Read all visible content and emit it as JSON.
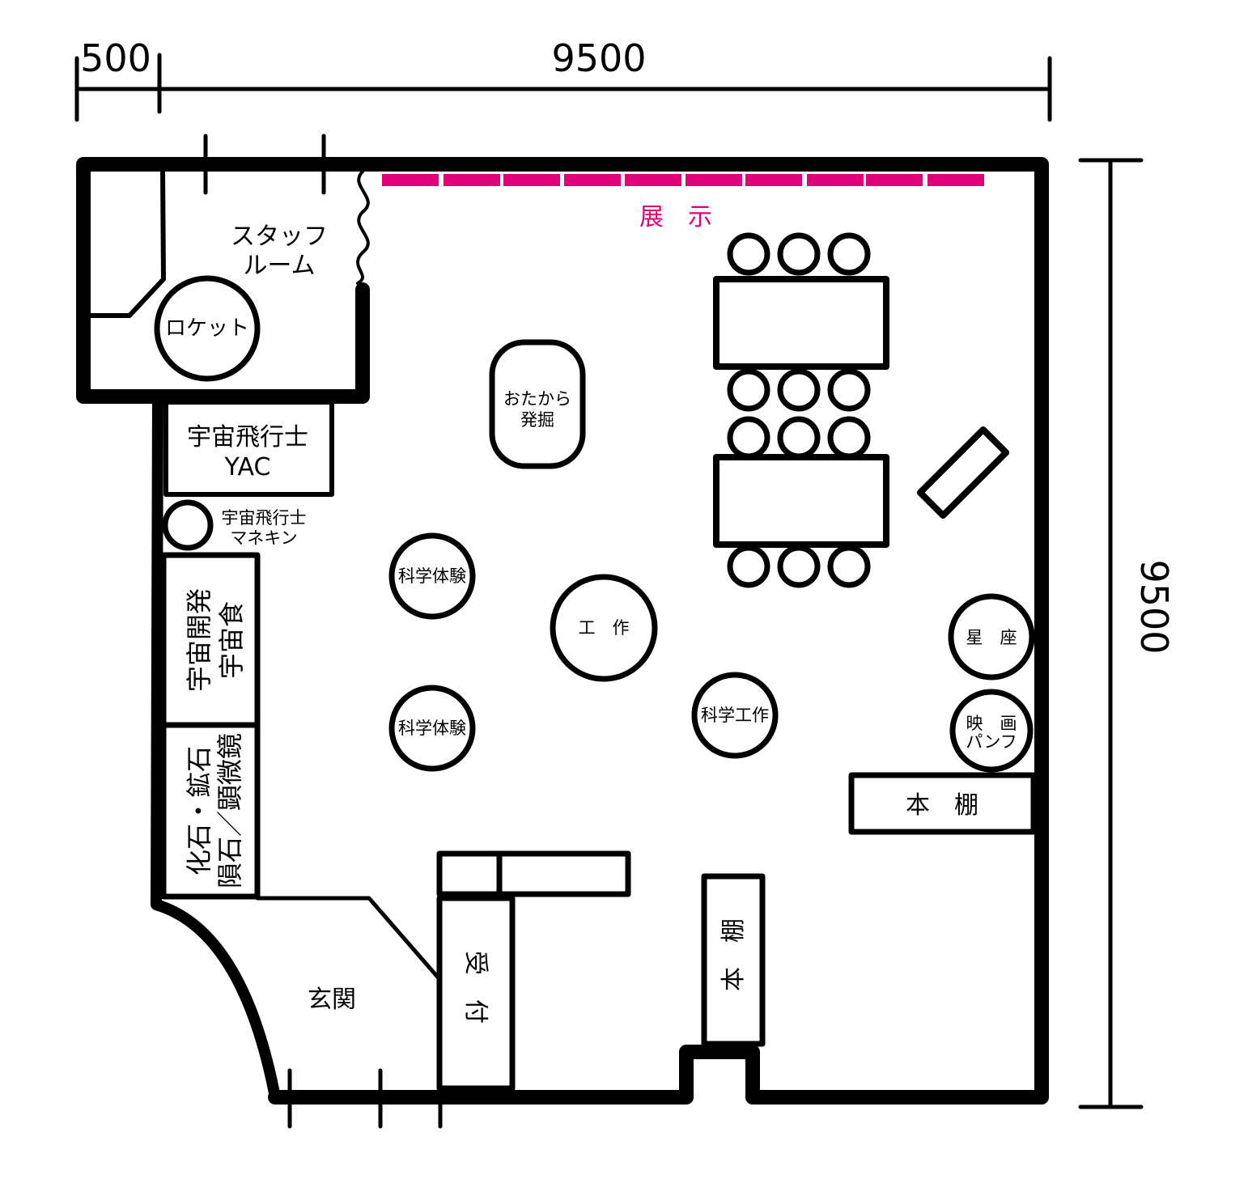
{
  "dimensions": {
    "left_margin": "500",
    "width": "9500",
    "height": "9500"
  },
  "colors": {
    "wall": "#000000",
    "exhibit": "#e0007a"
  },
  "rooms": {
    "staff_room": [
      "スタッフ",
      "ルーム"
    ],
    "rocket": "ロケット",
    "entrance": "玄関",
    "exhibit": "展　示"
  },
  "booths": {
    "astronaut_yac": [
      "宇宙飛行士",
      "YAC"
    ],
    "mannequin": [
      "宇宙飛行士",
      "マネキン"
    ],
    "space_dev": [
      "宇宙開発",
      "宇宙食"
    ],
    "fossils": [
      "化石・鉱石",
      "隕石／顕微鏡"
    ],
    "treasure": [
      "おたから",
      "発掘"
    ],
    "science_exp_1": "科学体験",
    "science_exp_2": "科学体験",
    "craft": "工　作",
    "science_craft": "科学工作",
    "constellation": "星　座",
    "movie": [
      "映　画",
      "パンフ"
    ],
    "bookshelf_1": "本　棚",
    "bookshelf_2": "本　棚",
    "reception": "受　付"
  }
}
